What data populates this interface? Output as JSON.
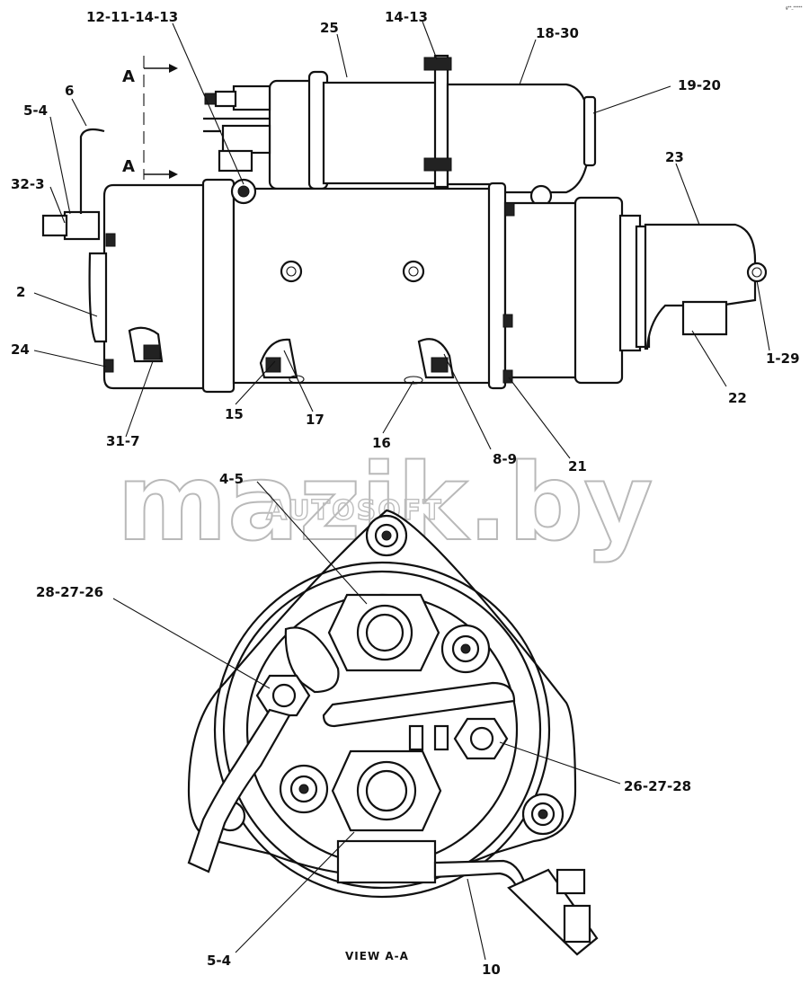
{
  "corner_mark": "g**_*****",
  "view_caption": "VIEW A-A",
  "section_marks": [
    "A",
    "A"
  ],
  "watermark": {
    "main": "mazik.by",
    "sub": "AUTOSOFT"
  },
  "labels": {
    "l_12_11_14_13": "12-11-14-13",
    "l_25": "25",
    "l_14_13": "14-13",
    "l_18_30": "18-30",
    "l_19_20": "19-20",
    "l_6": "6",
    "l_5_4_top": "5-4",
    "l_32_3": "32-3",
    "l_23": "23",
    "l_2": "2",
    "l_1_29": "1-29",
    "l_24": "24",
    "l_22": "22",
    "l_15": "15",
    "l_17": "17",
    "l_16": "16",
    "l_31_7": "31-7",
    "l_8_9": "8-9",
    "l_21": "21",
    "l_4_5": "4-5",
    "l_28_27_26": "28-27-26",
    "l_26_27_28": "26-27-28",
    "l_5_4_bottom": "5-4",
    "l_10": "10"
  }
}
